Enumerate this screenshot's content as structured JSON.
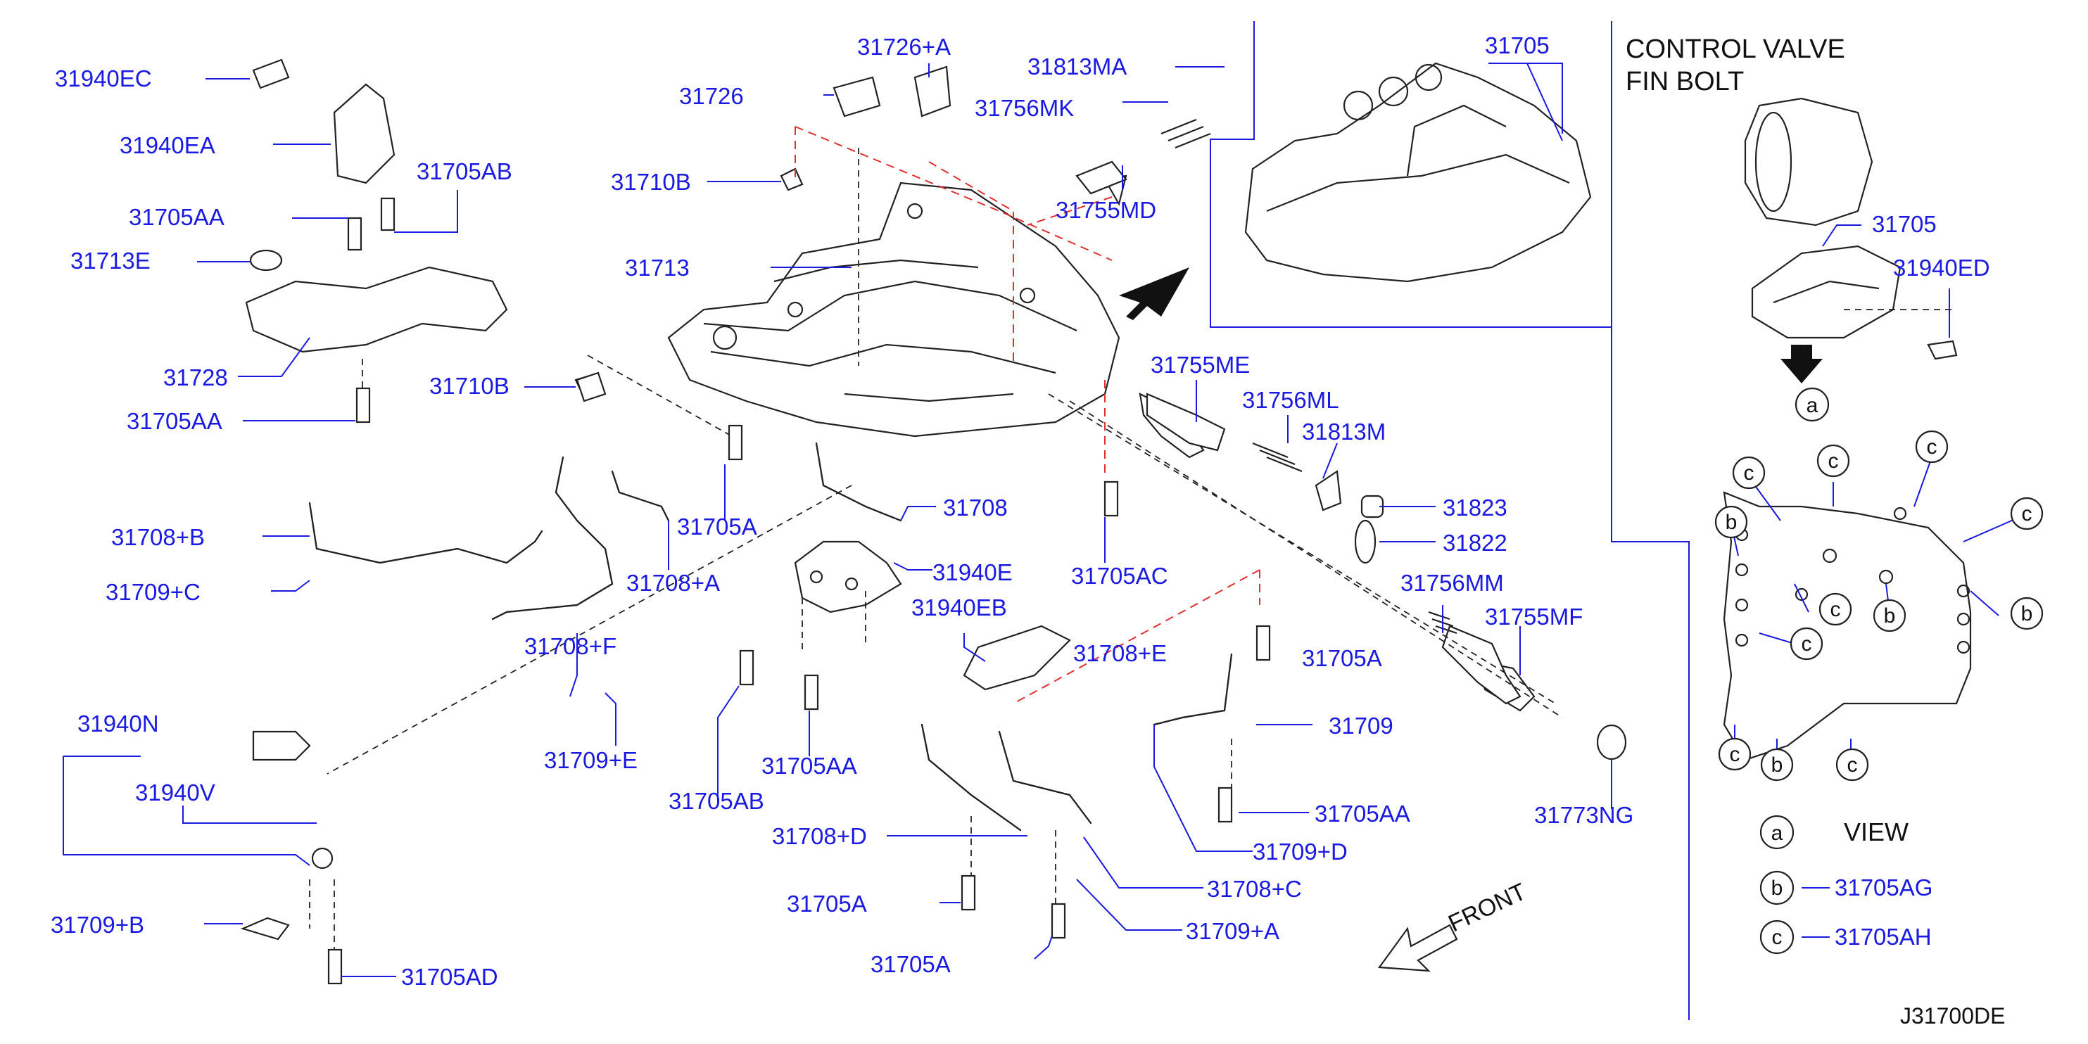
{
  "diagram_code": "J31700DE",
  "inset_title": [
    "CONTROL  VALVE",
    "FIN  BOLT"
  ],
  "legend": {
    "a_symbol": "a",
    "a_text": "VIEW",
    "b_symbol": "b",
    "b_part": "31705AG",
    "c_symbol": "c",
    "c_part": "31705AH"
  },
  "front_label": "FRONT",
  "markers": {
    "a": "a",
    "b": "b",
    "c": "c"
  },
  "part_labels": {
    "p_31940EC": "31940EC",
    "p_31940EA": "31940EA",
    "p_31705AB_top": "31705AB",
    "p_31705AA_top": "31705AA",
    "p_31713E": "31713E",
    "p_31728": "31728",
    "p_31705AA_left": "31705AA",
    "p_31726": "31726",
    "p_31726A": "31726+A",
    "p_31813MA": "31813MA",
    "p_31756MK": "31756MK",
    "p_31710B_top": "31710B",
    "p_31755MD": "31755MD",
    "p_31713": "31713",
    "p_31705_inset": "31705",
    "p_31705_right": "31705",
    "p_31940ED": "31940ED",
    "p_31710B_mid": "31710B",
    "p_31755ME": "31755ME",
    "p_31756ML": "31756ML",
    "p_31813M": "31813M",
    "p_31708B": "31708+B",
    "p_31708": "31708",
    "p_31705A_upper": "31705A",
    "p_31823": "31823",
    "p_31822": "31822",
    "p_31709C": "31709+C",
    "p_31708A": "31708+A",
    "p_31940E": "31940E",
    "p_31705AC": "31705AC",
    "p_31756MM": "31756MM",
    "p_31940EB": "31940EB",
    "p_31755MF": "31755MF",
    "p_31708F": "31708+F",
    "p_31708E": "31708+E",
    "p_31705A_right": "31705A",
    "p_31940N": "31940N",
    "p_31709E": "31709+E",
    "p_31709": "31709",
    "p_31705AB_mid": "31705AB",
    "p_31705AA_mid": "31705AA",
    "p_31940V": "31940V",
    "p_31705AA_right": "31705AA",
    "p_31773NG": "31773NG",
    "p_31708D": "31708+D",
    "p_31709D": "31709+D",
    "p_31708C": "31708+C",
    "p_31705A_low1": "31705A",
    "p_31709B": "31709+B",
    "p_31709A": "31709+A",
    "p_31705A_low2": "31705A",
    "p_31705AD": "31705AD"
  },
  "colors": {
    "label": "#1a1ae0",
    "dash_red": "#e03030",
    "ink": "#222222"
  }
}
